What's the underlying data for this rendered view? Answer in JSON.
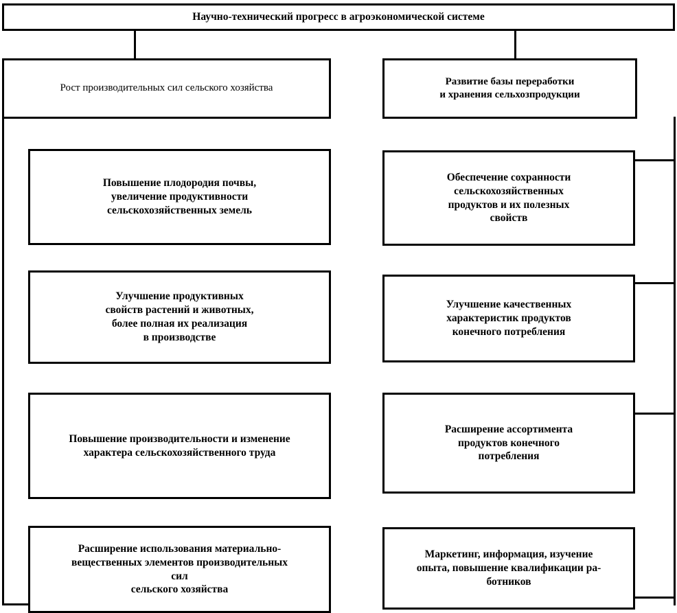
{
  "diagram": {
    "title": "Научно-технический прогресс в агроэкономической системе",
    "type": "hierarchical-tree",
    "root": {
      "label": "Научно-технический прогресс в агроэкономической системе"
    },
    "branches": [
      {
        "id": "left",
        "label": "Рост производительных сил сельского хозяйства",
        "children": [
          {
            "label": "Повышение плодородия почвы,\nувеличение продуктивности\nсельскохозяйственных земель"
          },
          {
            "label": "Улучшение продуктивных\nсвойств растений и  животных,\nболее полная их реализация\nв производстве"
          },
          {
            "label": "Повышение производительности и изменение\nхарактера сельскохозяйственного труда"
          },
          {
            "label": "Расширение использования материально-\nвещественных элементов производительных\nсил\nсельского хозяйства"
          }
        ]
      },
      {
        "id": "right",
        "label": "Развитие базы переработки\nи хранения сельхозпродукции",
        "children": [
          {
            "label": "Обеспечение сохранности\nсельскохозяйственных\nпродуктов и их полезных\nсвойств"
          },
          {
            "label": "Улучшение качественных\nхарактеристик продуктов\nконечного потребления"
          },
          {
            "label": "Расширение ассортимента\nпродуктов конечного\nпотребления"
          },
          {
            "label": "Маркетинг, информация, изучение\nопыта, повышение квалификации ра-\nботников"
          }
        ]
      }
    ],
    "colors": {
      "stroke": "#000000",
      "fill": "#ffffff",
      "text": "#000000"
    }
  }
}
